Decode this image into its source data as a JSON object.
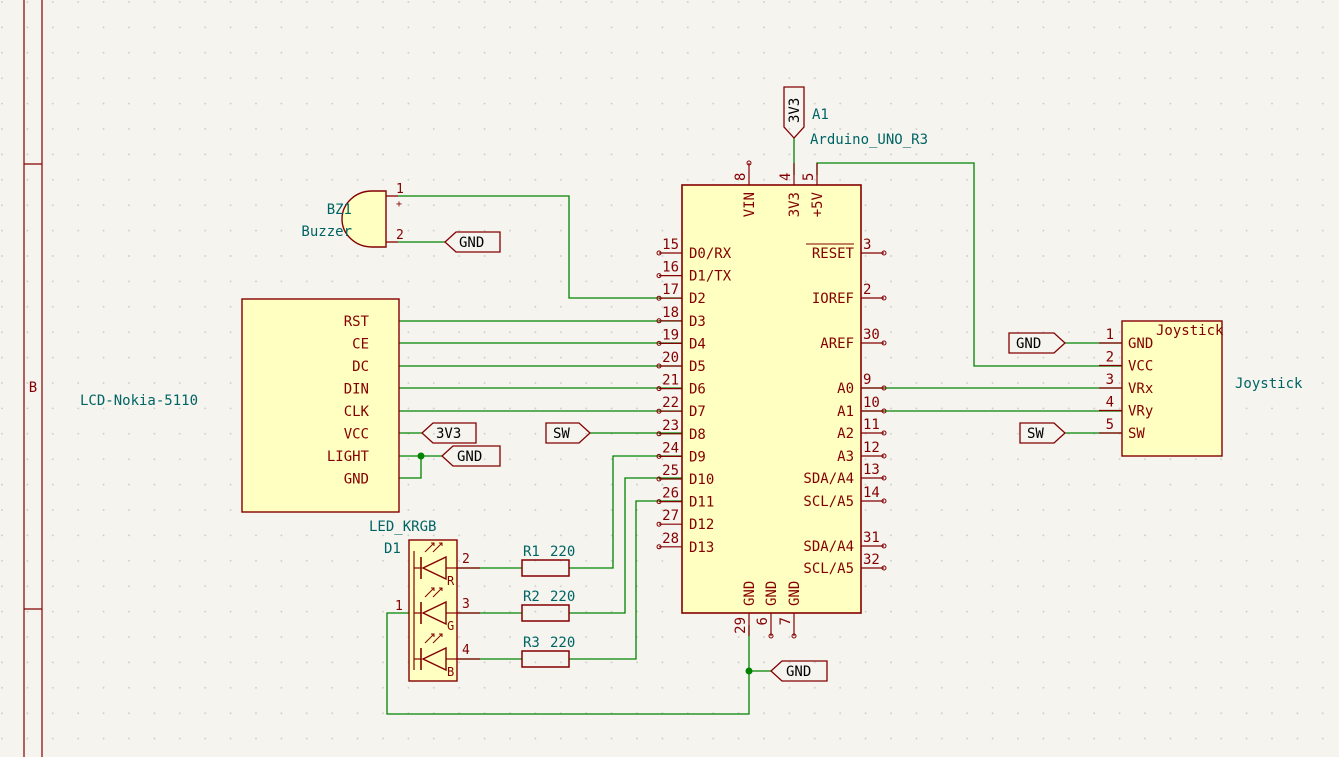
{
  "border": {
    "zone": "B"
  },
  "colors": {
    "background": "#f5f4ef",
    "wire": "#008400",
    "body_stroke": "#840000",
    "body_fill": "#ffffc2",
    "pin_text": "#840000",
    "ref_text": "#006464",
    "label_text": "#000000",
    "grid_dot": "#c8c8c8"
  },
  "arduino": {
    "ref": "A1",
    "value": "Arduino_UNO_R3",
    "left_pins": [
      {
        "num": "15",
        "name": "D0/RX"
      },
      {
        "num": "16",
        "name": "D1/TX"
      },
      {
        "num": "17",
        "name": "D2"
      },
      {
        "num": "18",
        "name": "D3"
      },
      {
        "num": "19",
        "name": "D4"
      },
      {
        "num": "20",
        "name": "D5"
      },
      {
        "num": "21",
        "name": "D6"
      },
      {
        "num": "22",
        "name": "D7"
      },
      {
        "num": "23",
        "name": "D8"
      },
      {
        "num": "24",
        "name": "D9"
      },
      {
        "num": "25",
        "name": "D10"
      },
      {
        "num": "26",
        "name": "D11"
      },
      {
        "num": "27",
        "name": "D12"
      },
      {
        "num": "28",
        "name": "D13"
      }
    ],
    "right_pins": [
      {
        "num": "3",
        "name": "RESET"
      },
      {
        "num": "2",
        "name": "IOREF"
      },
      {
        "num": "30",
        "name": "AREF"
      },
      {
        "num": "9",
        "name": "A0"
      },
      {
        "num": "10",
        "name": "A1"
      },
      {
        "num": "11",
        "name": "A2"
      },
      {
        "num": "12",
        "name": "A3"
      },
      {
        "num": "13",
        "name": "SDA/A4"
      },
      {
        "num": "14",
        "name": "SCL/A5"
      },
      {
        "num": "31",
        "name": "SDA/A4"
      },
      {
        "num": "32",
        "name": "SCL/A5"
      }
    ],
    "top_pins": [
      {
        "num": "8",
        "name": "VIN"
      },
      {
        "num": "4",
        "name": "3V3"
      },
      {
        "num": "5",
        "name": "+5V"
      }
    ],
    "bottom_pins": [
      {
        "num": "29",
        "name": "GND"
      },
      {
        "num": "6",
        "name": "GND"
      },
      {
        "num": "7",
        "name": "GND"
      }
    ]
  },
  "lcd": {
    "value": "LCD-Nokia-5110",
    "pins": [
      "RST",
      "CE",
      "DC",
      "DIN",
      "CLK",
      "VCC",
      "LIGHT",
      "GND"
    ]
  },
  "buzzer": {
    "ref": "BZ1",
    "value": "Buzzer",
    "pin1": "1",
    "pin2": "2",
    "plus": "+"
  },
  "led": {
    "ref": "D1",
    "value": "LED_KRGB",
    "pin_common": "1",
    "pins": [
      {
        "num": "2",
        "color": "R"
      },
      {
        "num": "3",
        "color": "G"
      },
      {
        "num": "4",
        "color": "B"
      }
    ]
  },
  "resistors": [
    {
      "ref": "R1",
      "value": "220"
    },
    {
      "ref": "R2",
      "value": "220"
    },
    {
      "ref": "R3",
      "value": "220"
    }
  ],
  "joystick": {
    "ref": "Joystick",
    "value": "Joystick",
    "pins": [
      {
        "num": "1",
        "name": "GND"
      },
      {
        "num": "2",
        "name": "VCC"
      },
      {
        "num": "3",
        "name": "VRx"
      },
      {
        "num": "4",
        "name": "VRy"
      },
      {
        "num": "5",
        "name": "SW"
      }
    ]
  },
  "labels": {
    "gnd": "GND",
    "v3v3": "3V3",
    "sw": "SW"
  }
}
